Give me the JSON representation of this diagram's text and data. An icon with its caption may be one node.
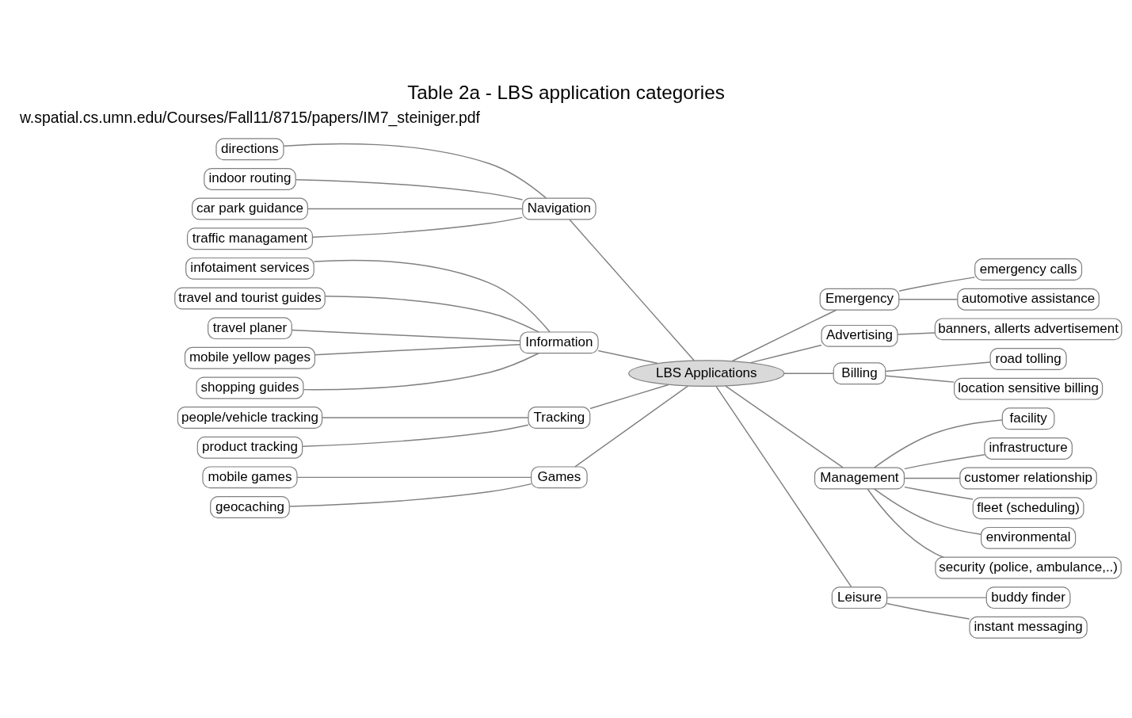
{
  "diagram": {
    "title": "Table 2a - LBS application categories",
    "nodes": [
      {
        "text": [
          "LBS Applications"
        ]
      },
      {
        "text": [
          "Navigation"
        ]
      },
      {
        "text": [
          "directions"
        ]
      },
      {
        "text": [
          "indoor routing"
        ]
      },
      {
        "text": [
          "car park guidance"
        ]
      },
      {
        "text": [
          "traffic managament"
        ]
      },
      {
        "text": [
          "Information"
        ]
      },
      {
        "text": [
          "infotaiment services"
        ]
      },
      {
        "text": [
          "travel and tourist guides"
        ]
      },
      {
        "text": [
          "travel planer"
        ]
      },
      {
        "text": [
          "mobile yellow pages"
        ]
      },
      {
        "text": [
          "shopping guides"
        ]
      },
      {
        "text": [
          "Tracking"
        ]
      },
      {
        "text": [
          "people/vehicle tracking"
        ]
      },
      {
        "text": [
          "product tracking"
        ]
      },
      {
        "text": [
          "Games"
        ]
      },
      {
        "text": [
          "mobile games"
        ]
      },
      {
        "text": [
          "geocaching"
        ]
      },
      {
        "text": [
          "Emergency"
        ]
      },
      {
        "text": [
          "emergency calls"
        ]
      },
      {
        "text": [
          "automotive assistance"
        ]
      },
      {
        "text": [
          "Advertising"
        ]
      },
      {
        "text": [
          "banners, allerts advertisement"
        ]
      },
      {
        "text": [
          "Billing"
        ]
      },
      {
        "text": [
          "road tolling"
        ]
      },
      {
        "text": [
          "location sensitive billing"
        ]
      },
      {
        "text": [
          "Management"
        ]
      },
      {
        "text": [
          "facility"
        ]
      },
      {
        "text": [
          "infrastructure"
        ]
      },
      {
        "text": [
          "customer relationship"
        ]
      },
      {
        "text": [
          "fleet (scheduling)"
        ]
      },
      {
        "text": [
          "environmental"
        ]
      },
      {
        "text": [
          "security (police, ambulance,..)"
        ]
      },
      {
        "text": [
          "Leisure"
        ]
      },
      {
        "text": [
          "buddy finder"
        ]
      },
      {
        "text": [
          "instant messaging"
        ]
      }
    ],
    "edges": [
      {
        "from": 2,
        "to": 1,
        "arrow": "none"
      },
      {
        "from": 3,
        "to": 1,
        "arrow": "none"
      },
      {
        "from": 4,
        "to": 1,
        "arrow": "none"
      },
      {
        "from": 5,
        "to": 1,
        "arrow": "none"
      },
      {
        "from": 7,
        "to": 6,
        "arrow": "none"
      },
      {
        "from": 8,
        "to": 6,
        "arrow": "none"
      },
      {
        "from": 9,
        "to": 6,
        "arrow": "none"
      },
      {
        "from": 10,
        "to": 6,
        "arrow": "none"
      },
      {
        "from": 11,
        "to": 6,
        "arrow": "none"
      },
      {
        "from": 13,
        "to": 12,
        "arrow": "none"
      },
      {
        "from": 14,
        "to": 12,
        "arrow": "none"
      },
      {
        "from": 16,
        "to": 15,
        "arrow": "none"
      },
      {
        "from": 17,
        "to": 15,
        "arrow": "none"
      },
      {
        "from": 1,
        "to": 0,
        "arrow": "none"
      },
      {
        "from": 6,
        "to": 0,
        "arrow": "none"
      },
      {
        "from": 12,
        "to": 0,
        "arrow": "none"
      },
      {
        "from": 15,
        "to": 0,
        "arrow": "none"
      },
      {
        "from": 0,
        "to": 18,
        "arrow": "none"
      },
      {
        "from": 0,
        "to": 21,
        "arrow": "none"
      },
      {
        "from": 0,
        "to": 23,
        "arrow": "none"
      },
      {
        "from": 0,
        "to": 26,
        "arrow": "none"
      },
      {
        "from": 0,
        "to": 33,
        "arrow": "none"
      },
      {
        "from": 18,
        "to": 19,
        "arrow": "none"
      },
      {
        "from": 18,
        "to": 20,
        "arrow": "none"
      },
      {
        "from": 21,
        "to": 22,
        "arrow": "none"
      },
      {
        "from": 23,
        "to": 24,
        "arrow": "none"
      },
      {
        "from": 23,
        "to": 25,
        "arrow": "none"
      },
      {
        "from": 26,
        "to": 27,
        "arrow": "none"
      },
      {
        "from": 26,
        "to": 28,
        "arrow": "none"
      },
      {
        "from": 26,
        "to": 29,
        "arrow": "none"
      },
      {
        "from": 26,
        "to": 30,
        "arrow": "none"
      },
      {
        "from": 26,
        "to": 31,
        "arrow": "none"
      },
      {
        "from": 26,
        "to": 32,
        "arrow": "none"
      },
      {
        "from": 33,
        "to": 34,
        "arrow": "none"
      },
      {
        "from": 33,
        "to": 35,
        "arrow": "none"
      }
    ],
    "labels": [
      "w.spatial.cs.umn.edu/Courses/Fall11/8715/papers/IM7_steiniger.pdf"
    ]
  }
}
